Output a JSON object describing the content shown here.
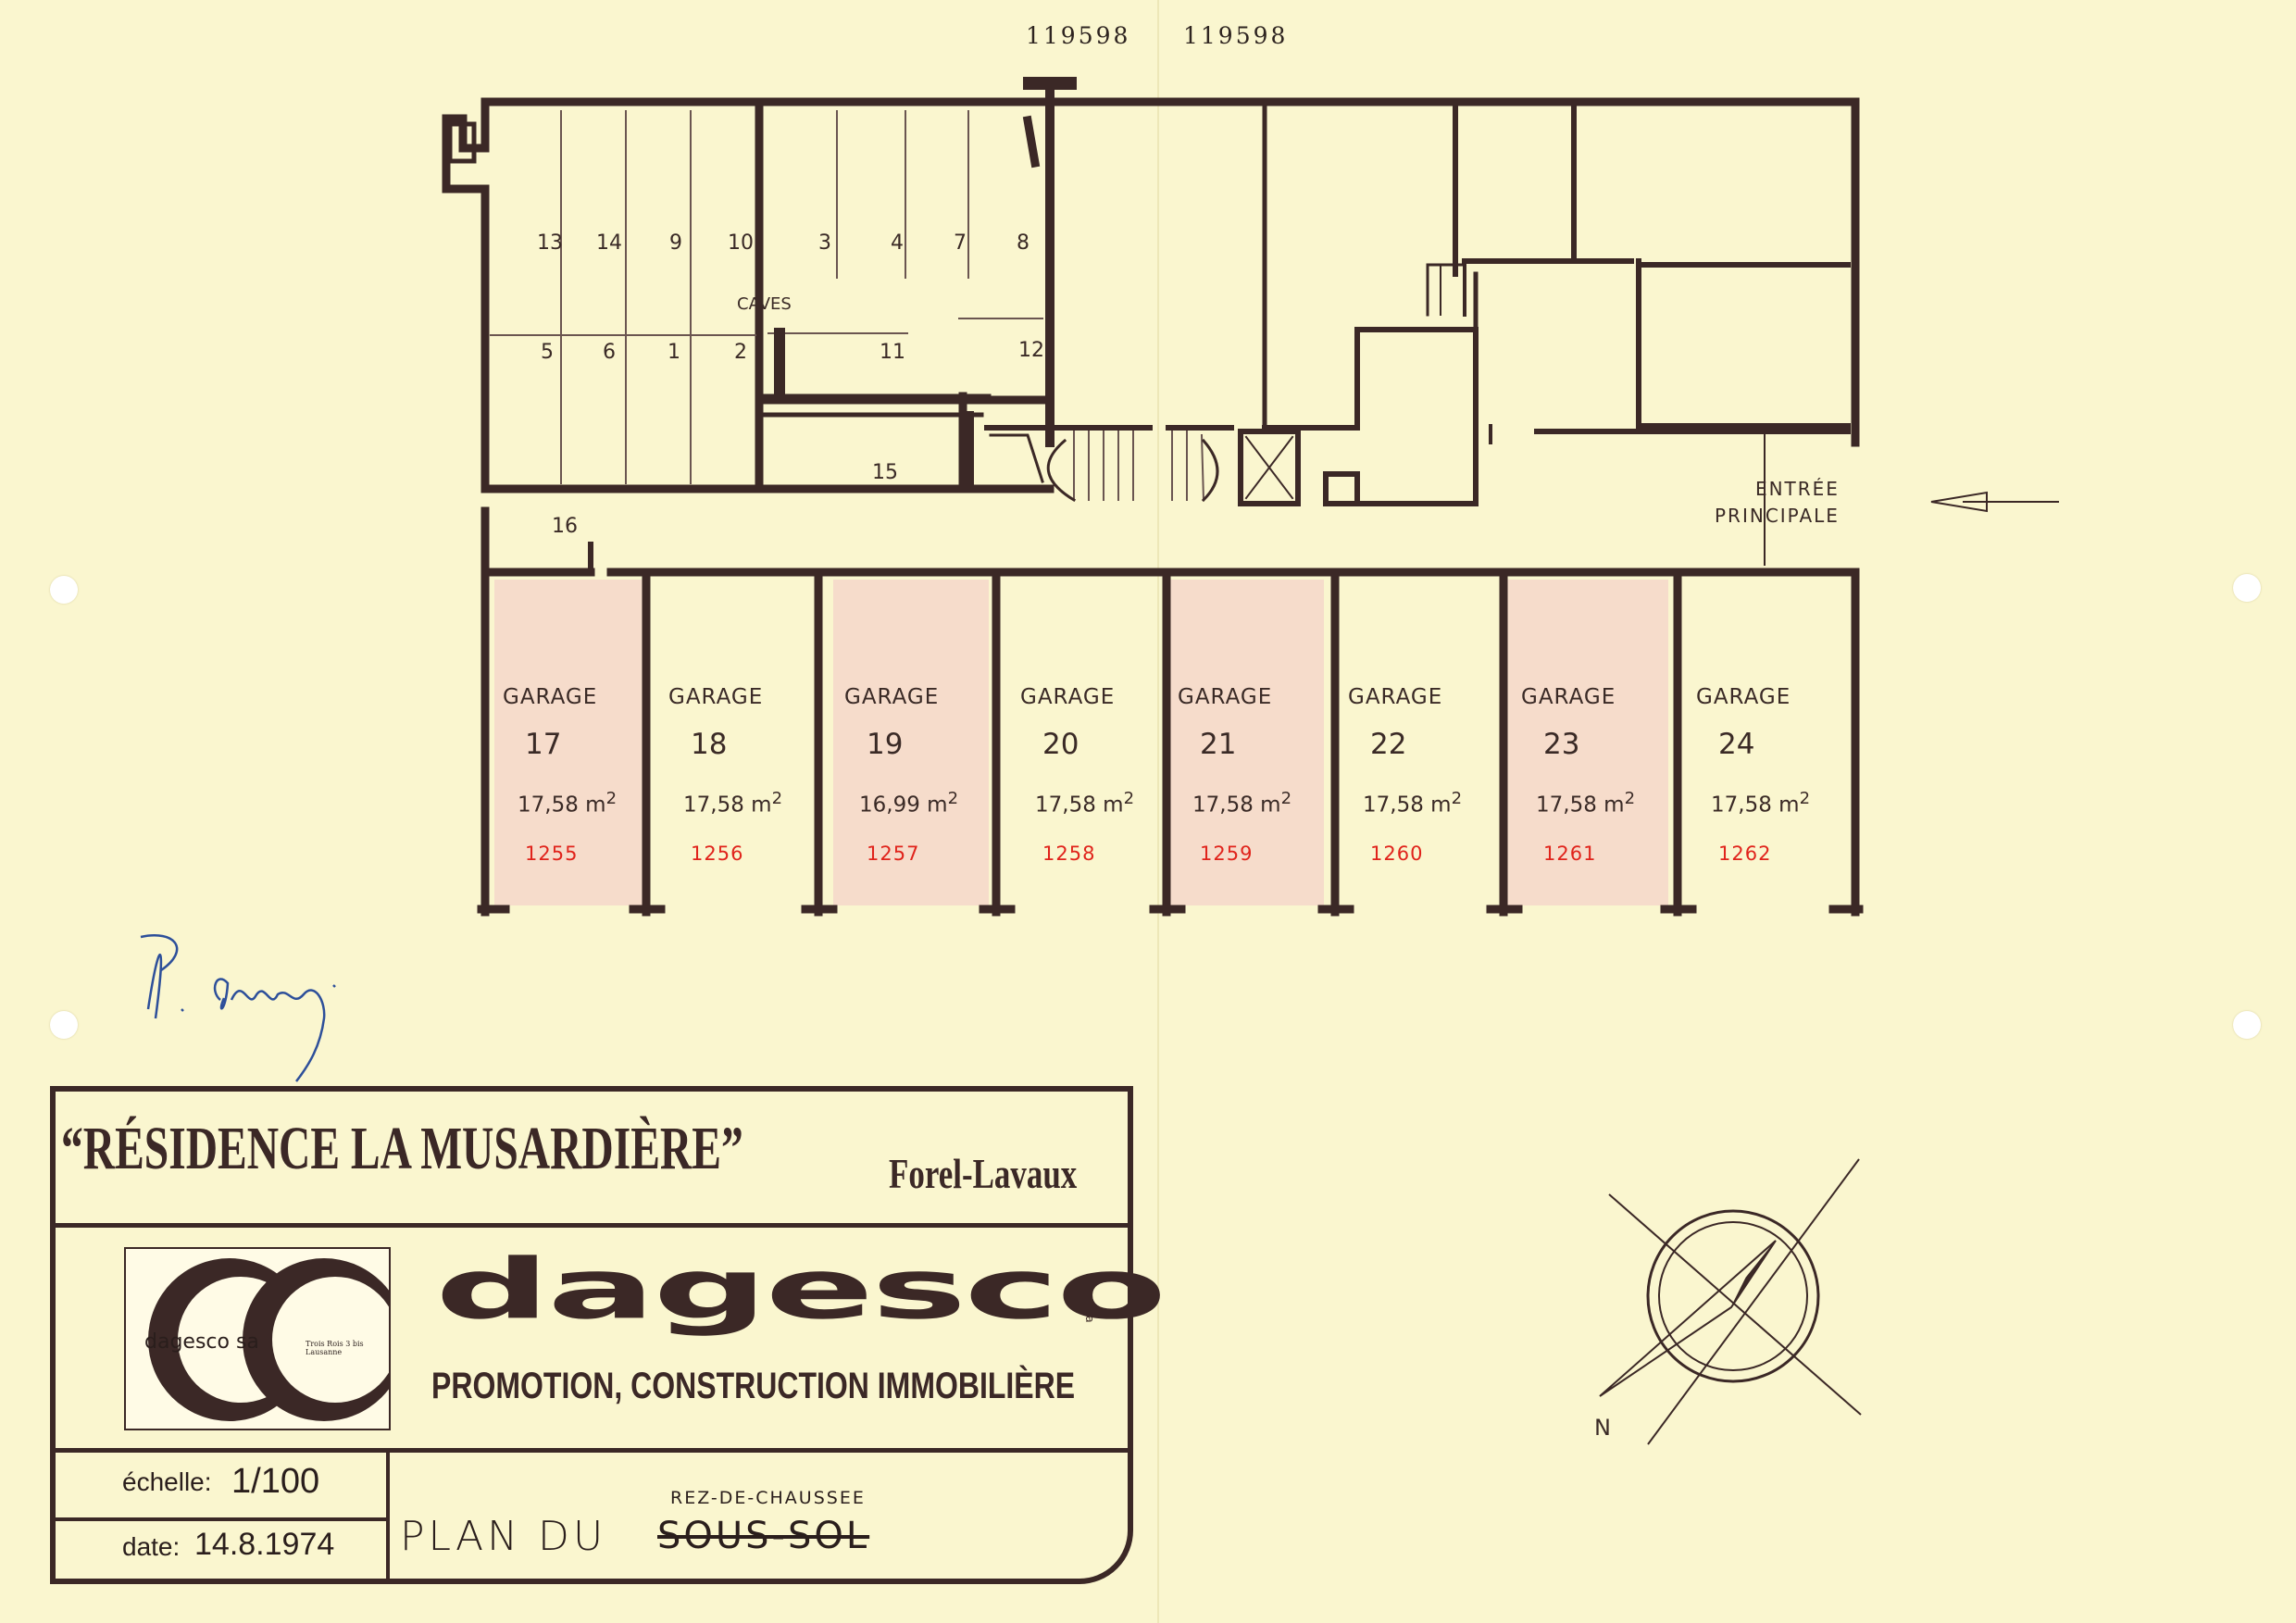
{
  "stamps": [
    "119598",
    "119598"
  ],
  "plan": {
    "caves_label": "CAVES",
    "cellars_top": [
      "13",
      "14",
      "9",
      "10",
      "3",
      "4",
      "7",
      "8"
    ],
    "cellars_bottom": [
      "5",
      "6",
      "1",
      "2",
      "11",
      "12"
    ],
    "cellar_15": "15",
    "cellar_16": "16",
    "entrance_line1": "ENTRÉE",
    "entrance_line2": "PRINCIPALE",
    "garage_word": "GARAGE",
    "area_unit": "m",
    "area_exp": "2",
    "garages": [
      {
        "number": "17",
        "area": "17,58",
        "ref": "1255",
        "tinted": true
      },
      {
        "number": "18",
        "area": "17,58",
        "ref": "1256",
        "tinted": false
      },
      {
        "number": "19",
        "area": "16,99",
        "ref": "1257",
        "tinted": true
      },
      {
        "number": "20",
        "area": "17,58",
        "ref": "1258",
        "tinted": false
      },
      {
        "number": "21",
        "area": "17,58",
        "ref": "1259",
        "tinted": true
      },
      {
        "number": "22",
        "area": "17,58",
        "ref": "1260",
        "tinted": false
      },
      {
        "number": "23",
        "area": "17,58",
        "ref": "1261",
        "tinted": true
      },
      {
        "number": "24",
        "area": "17,58",
        "ref": "1262",
        "tinted": false
      }
    ],
    "north_label": "N"
  },
  "title_block": {
    "title": "“RÉSIDENCE LA MUSARDIÈRE”",
    "place": "Forel-Lavaux",
    "logo_name": "dagesco sa",
    "logo_address_1": "Trois Rois 3 bis",
    "logo_address_2": "Lausanne",
    "brand": "dagesco",
    "brand_suffix": "sa",
    "tagline": "PROMOTION, CONSTRUCTION IMMOBILIÈRE",
    "scale_label": "échelle:",
    "scale_value": "1/100",
    "date_label": "date:",
    "date_value": "14.8.1974",
    "plan_label": "PLAN  DU",
    "floor_struck": "SOUS-SOL",
    "floor_corrected": "REZ-DE-CHAUSSEE"
  },
  "colors": {
    "paper": "#faf6cf",
    "ink": "#3b2826",
    "red_ink": "#e0231b",
    "garage_tint": "#f6dccb",
    "signature_ink": "#2d4f9a"
  }
}
